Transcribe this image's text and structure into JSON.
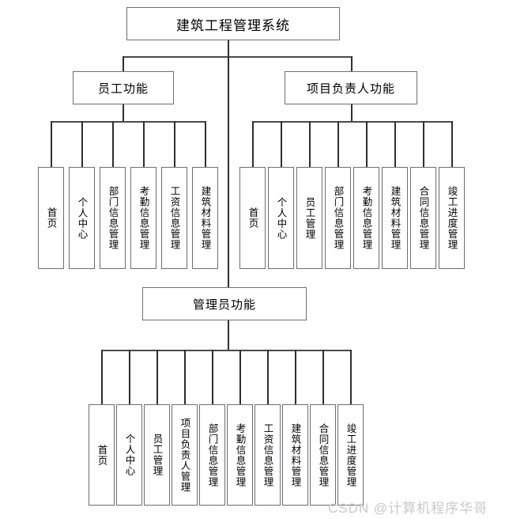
{
  "diagram": {
    "title": "建筑工程管理系统",
    "root": {
      "label": "建筑工程管理系统"
    },
    "branches": [
      {
        "id": "employee",
        "label": "员工功能",
        "leaves": [
          "首页",
          "个人中心",
          "部门信息管理",
          "考勤信息管理",
          "工资信息管理",
          "建筑材料管理"
        ]
      },
      {
        "id": "project-manager",
        "label": "项目负责人功能",
        "leaves": [
          "首页",
          "个人中心",
          "员工管理",
          "部门信息管理",
          "考勤信息管理",
          "建筑材料管理",
          "合同信息管理",
          "竣工进度管理"
        ]
      },
      {
        "id": "administrator",
        "label": "管理员功能",
        "leaves": [
          "首页",
          "个人中心",
          "员工管理",
          "项目负责人管理",
          "部门信息管理",
          "考勤信息管理",
          "工资信息管理",
          "建筑材料管理",
          "合同信息管理",
          "竣工进度管理"
        ]
      }
    ]
  },
  "watermark": {
    "text": "CSDN @计算机程序华哥"
  },
  "colors": {
    "box_border": "#6e6e75",
    "connector": "#2e2e33",
    "background": "#ffffff",
    "watermark": "#c9c9cc"
  }
}
